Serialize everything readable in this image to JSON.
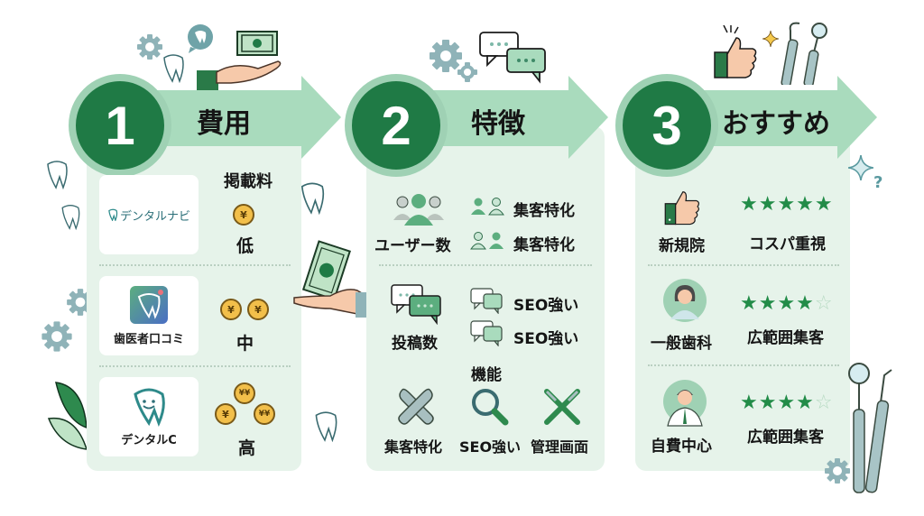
{
  "steps": [
    {
      "number": "1",
      "title": "費用",
      "column_header": "掲載料",
      "rows": [
        {
          "service": "デンタルナビ",
          "fee_level": "低",
          "coins": 1
        },
        {
          "service": "歯医者口コミ",
          "fee_level": "中",
          "coins": 2
        },
        {
          "service": "デンタルC",
          "fee_level": "高",
          "coins": 3
        }
      ]
    },
    {
      "number": "2",
      "title": "特徴",
      "user_section": {
        "label": "ユーザー数",
        "items": [
          "集客特化",
          "集客特化"
        ]
      },
      "post_section": {
        "label": "投稿数",
        "items": [
          "SEO強い",
          "SEO強い"
        ]
      },
      "features_header": "機能",
      "features": [
        "集客特化",
        "SEO強い",
        "管理画面"
      ]
    },
    {
      "number": "3",
      "title": "おすすめ",
      "rows": [
        {
          "audience": "新規院",
          "rating": 5,
          "stars": "★★★★★",
          "tag": "コスパ重視"
        },
        {
          "audience": "一般歯科",
          "rating": 4.5,
          "stars": "★★★★",
          "tag": "広範囲集客"
        },
        {
          "audience": "自費中心",
          "rating": 4.5,
          "stars": "★★★★",
          "tag": "広範囲集客"
        }
      ]
    }
  ],
  "colors": {
    "dark_green": "#1f7a45",
    "arrow_green": "#a9dbbd",
    "panel_bg": "#e6f3ea",
    "star_green": "#228c48",
    "coin_gold": "#f2bf4a"
  }
}
